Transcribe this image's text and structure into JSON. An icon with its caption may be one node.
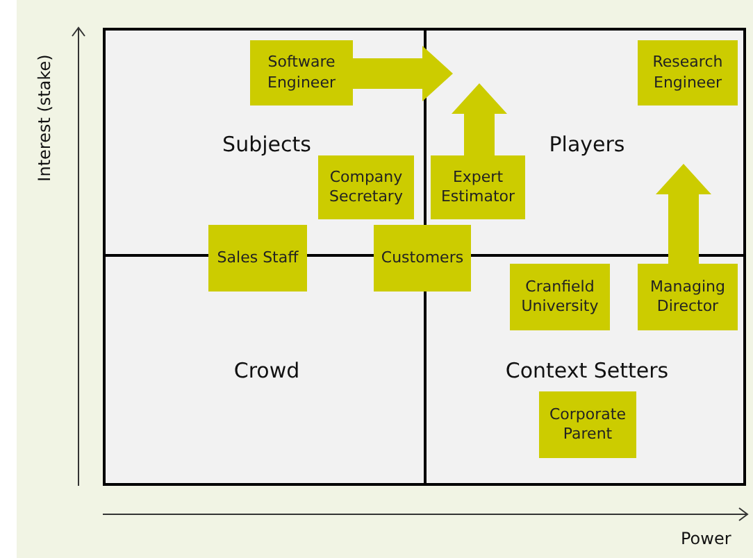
{
  "diagram": {
    "nodes": [
      {
        "text": [
          "Subjects"
        ]
      },
      {
        "text": [
          "Players"
        ]
      },
      {
        "text": [
          "Crowd"
        ]
      },
      {
        "text": [
          "Context Setters"
        ]
      },
      {
        "text": [
          "Software Engineer"
        ],
        "in": 0
      },
      {
        "text": [
          "Research Engineer"
        ],
        "in": 1
      },
      {
        "text": [
          "Company Secretary"
        ],
        "in": 0
      },
      {
        "text": [
          "Expert Estimator"
        ],
        "in": 1
      },
      {
        "text": [
          "Sales Staff"
        ]
      },
      {
        "text": [
          "Customers"
        ]
      },
      {
        "text": [
          "Cranfield University"
        ],
        "in": 3
      },
      {
        "text": [
          "Managing Director"
        ],
        "in": 3
      },
      {
        "text": [
          "Corporate Parent"
        ],
        "in": 3
      }
    ],
    "edges": [
      {
        "from": 4,
        "to": null,
        "arrow": "to",
        "style": "thick"
      },
      {
        "from": 7,
        "to": null,
        "arrow": "to",
        "style": "thick"
      },
      {
        "from": 11,
        "to": null,
        "arrow": "to",
        "style": "thick"
      }
    ],
    "labels": [
      "Interest (stake)",
      "Power"
    ]
  }
}
